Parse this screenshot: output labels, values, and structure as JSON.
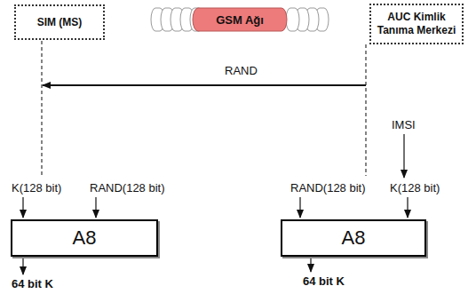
{
  "diagram": {
    "nodes": [
      {
        "text": [
          "SIM (MS)"
        ]
      },
      {
        "text": [
          "GSM Ağı"
        ]
      },
      {
        "text": [
          "AUC Kimlik Tanıma Merkezi"
        ]
      },
      {
        "text": [
          "A8"
        ]
      },
      {
        "text": [
          "A8"
        ]
      }
    ],
    "labels": [
      "RAND",
      "IMSI",
      "K(128 bit)",
      "RAND(128 bit)",
      "RAND(128 bit)",
      "K(128 bit)",
      "64 bit K",
      "64 bit K"
    ]
  }
}
